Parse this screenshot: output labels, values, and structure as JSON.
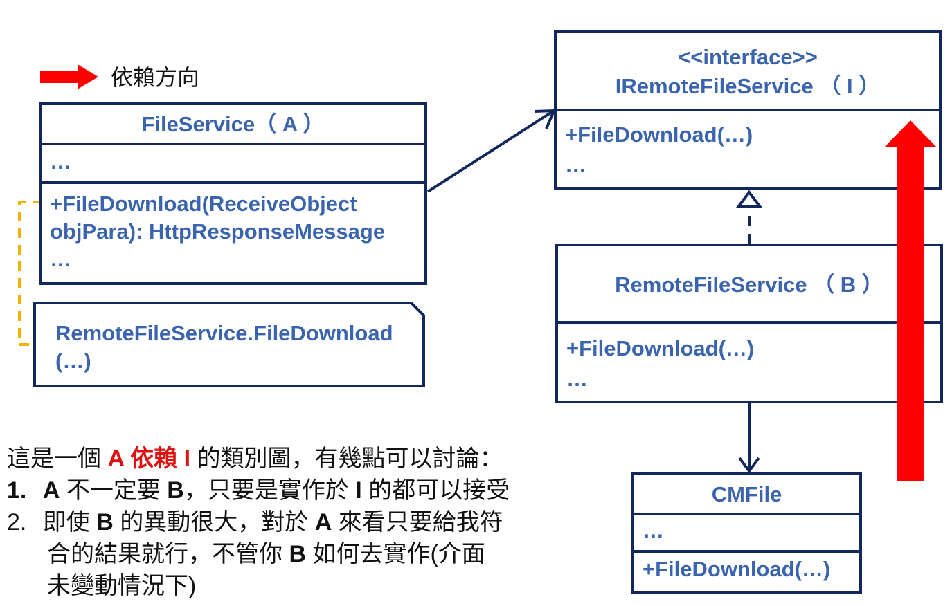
{
  "legend": {
    "label": "依賴方向"
  },
  "file_service": {
    "title": "FileService（ A ）",
    "attributes": "…",
    "method_line1": "+FileDownload(ReceiveObject",
    "method_line2": "objPara): HttpResponseMessage",
    "method_more": "…"
  },
  "note": {
    "text": "RemoteFileService.FileDownload(…)"
  },
  "interface": {
    "stereotype": "<<interface>>",
    "name": "IRemoteFileService （ I ）",
    "method": "+FileDownload(…)",
    "method_more": "…"
  },
  "remote_file_service": {
    "title": "RemoteFileService （ B ）",
    "method": "+FileDownload(…)",
    "method_more": "…"
  },
  "cmfile": {
    "title": "CMFile",
    "attributes": "…",
    "method": "+FileDownload(…)"
  },
  "description": {
    "intro_pre": "這是一個 ",
    "intro_a": "A 依賴 I",
    "intro_post": " 的類別圖，有幾點可以討論：",
    "item1_num": "1.",
    "item1_a": "A",
    "item1_t1": " 不一定要 ",
    "item1_b": "B",
    "item1_t2": "，只要是實作於 ",
    "item1_i": "I",
    "item1_t3": " 的都可以接受",
    "item2_num": "2.",
    "item2_t1": "即使 ",
    "item2_b": "B",
    "item2_t2": " 的異動很大，對於 ",
    "item2_a": "A",
    "item2_t3": " 來看只要給我符",
    "item2_line2_t1": "合的結果就行，不管你 ",
    "item2_line2_b": "B",
    "item2_line2_t2": " 如何去實作(介面",
    "item2_line3": "未變動情況下)"
  },
  "colors": {
    "box_border": "#12285c",
    "box_text": "#3a64ad",
    "dependency_arrow": "#ff0000",
    "note_connector": "#f0b400",
    "highlight_text": "#e01010"
  }
}
